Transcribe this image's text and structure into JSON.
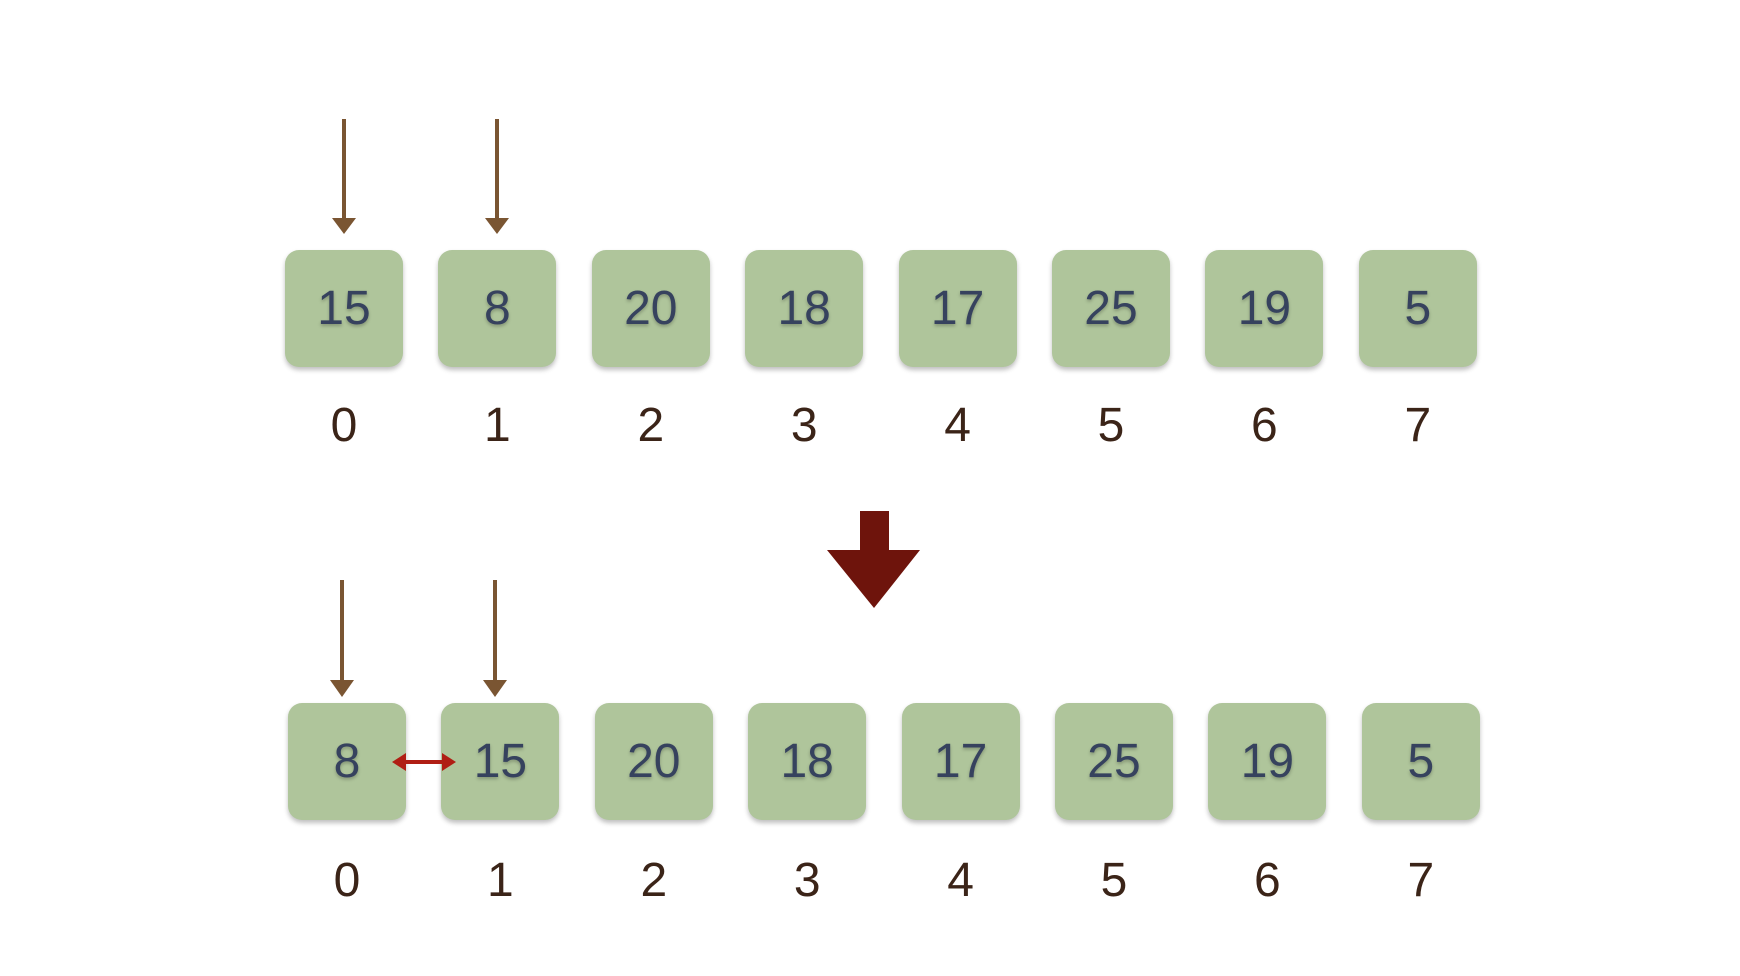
{
  "before": {
    "values": [
      "15",
      "8",
      "20",
      "18",
      "17",
      "25",
      "19",
      "5"
    ],
    "indices": [
      "0",
      "1",
      "2",
      "3",
      "4",
      "5",
      "6",
      "7"
    ],
    "pointers": [
      0,
      1
    ]
  },
  "after": {
    "values": [
      "8",
      "15",
      "20",
      "18",
      "17",
      "25",
      "19",
      "5"
    ],
    "indices": [
      "0",
      "1",
      "2",
      "3",
      "4",
      "5",
      "6",
      "7"
    ],
    "pointers": [
      0,
      1
    ],
    "swapped": [
      0,
      1
    ]
  },
  "colors": {
    "box": "#afc59b",
    "value_text": "#36425e",
    "index_text": "#3b2418",
    "pointer": "#7a5532",
    "transition_arrow": "#6e140c",
    "swap_arrow": "#b01e14"
  }
}
